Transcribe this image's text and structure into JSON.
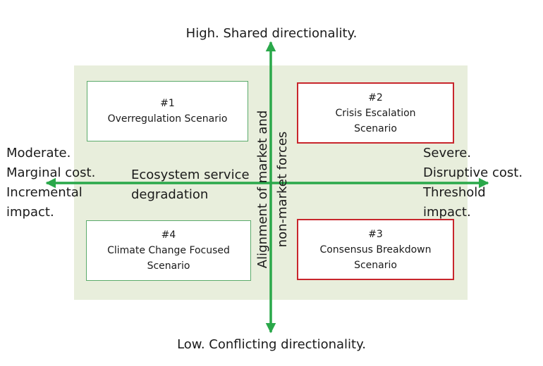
{
  "axes": {
    "top": "High. Shared directionality.",
    "bottom": "Low. Conflicting directionality.",
    "left": [
      "Moderate.",
      "Marginal cost.",
      "Incremental",
      "impact."
    ],
    "right": [
      "Severe.",
      "Disruptive cost.",
      "Threshold",
      "impact."
    ],
    "horizontal_title": [
      "Ecosystem service",
      "degradation"
    ],
    "vertical_title": [
      "Alignment of market and",
      "non-market forces"
    ]
  },
  "scenarios": {
    "s1": {
      "number": "#1",
      "lines": [
        "Overregulation Scenario"
      ]
    },
    "s2": {
      "number": "#2",
      "lines": [
        "Crisis Escalation",
        "Scenario"
      ]
    },
    "s3": {
      "number": "#3",
      "lines": [
        "Consensus Breakdown",
        "Scenario"
      ]
    },
    "s4": {
      "number": "#4",
      "lines": [
        "Climate Change Focused",
        "Scenario"
      ]
    }
  },
  "colors": {
    "axis": "#2aa84a",
    "panel": "#e8eedc",
    "green_border": "#5aaa6a",
    "red_border": "#c8262c"
  }
}
